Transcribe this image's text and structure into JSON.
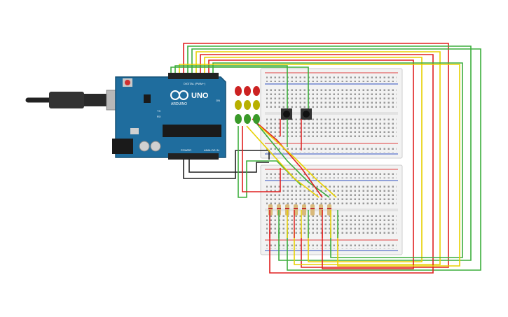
{
  "arduino": {
    "brand": "UNO",
    "logo_text": "ARDUINO",
    "digital_label": "DIGITAL (PWM~)",
    "power_label": "POWER",
    "analog_label": "ANALOG IN",
    "on_label": "ON",
    "tx_label": "TX",
    "rx_label": "RX",
    "board_color": "#1f6d9e"
  },
  "colors": {
    "wire_red": "#e02020",
    "wire_yellow": "#e8d000",
    "wire_green": "#3cae3c",
    "wire_black": "#222222",
    "breadboard": "#f2f2f2",
    "led_red": "#cc2222",
    "led_yellow": "#b8b000",
    "led_green": "#3a9a2a"
  },
  "components": {
    "leds": [
      "led-red",
      "led-yellow",
      "led-green"
    ],
    "buttons": 2,
    "resistors": 8
  }
}
